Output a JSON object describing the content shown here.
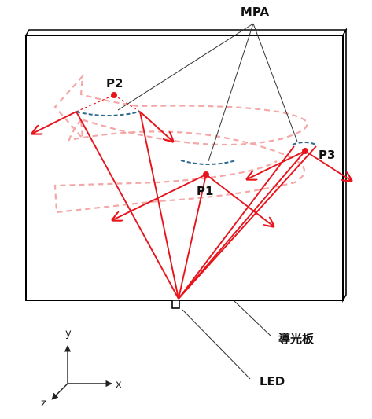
{
  "labels": {
    "mpa": "MPA",
    "p1": "P1",
    "p2": "P2",
    "p3": "P3",
    "light_guide": "導光板",
    "led": "LED"
  },
  "axes": {
    "x": "x",
    "y": "y",
    "z": "z"
  },
  "colors": {
    "ray": "#e8141c",
    "arrow_outline": "#f4a7a7",
    "lens": "#2f6a8f",
    "plate": "#000000",
    "leader": "#333333"
  },
  "icons": [
    "arrow-outline-icon",
    "lens-icon",
    "led-icon",
    "axis-icon"
  ]
}
